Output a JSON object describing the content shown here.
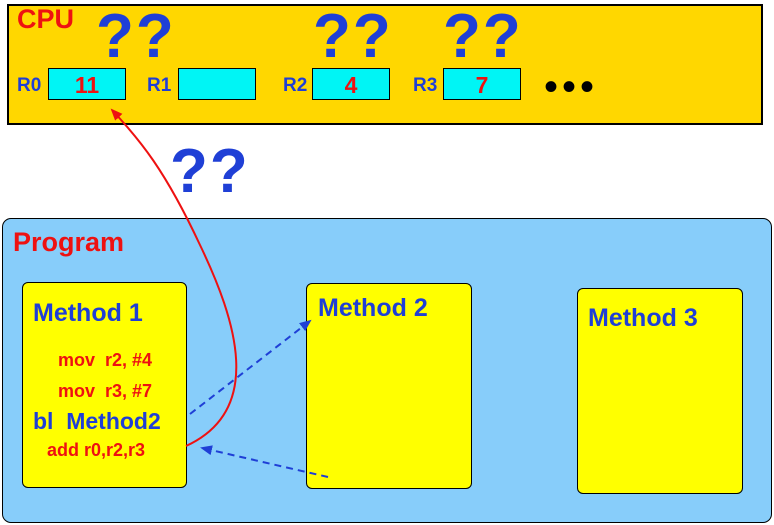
{
  "cpu": {
    "title": "CPU",
    "question_marks": [
      "??",
      "??",
      "??"
    ],
    "registers": [
      {
        "label": "R0",
        "value": "11"
      },
      {
        "label": "R1",
        "value": ""
      },
      {
        "label": "R2",
        "value": "4"
      },
      {
        "label": "R3",
        "value": "7"
      }
    ],
    "ellipsis": "•••"
  },
  "floating_question": "??",
  "program": {
    "title": "Program",
    "methods": [
      {
        "title": "Method 1",
        "instructions": [
          "mov  r2, #4",
          "mov  r3, #7"
        ],
        "call": "bl  Method2",
        "after_call": "add r0,r2,r3"
      },
      {
        "title": "Method 2"
      },
      {
        "title": "Method 3"
      }
    ]
  },
  "colors": {
    "cpu_background": "#ffd700",
    "register_fill": "#00f5f5",
    "program_background": "#87cdfa",
    "method_fill": "#ffff00",
    "label_blue": "#1f3fd6",
    "text_red": "#ee1111"
  }
}
